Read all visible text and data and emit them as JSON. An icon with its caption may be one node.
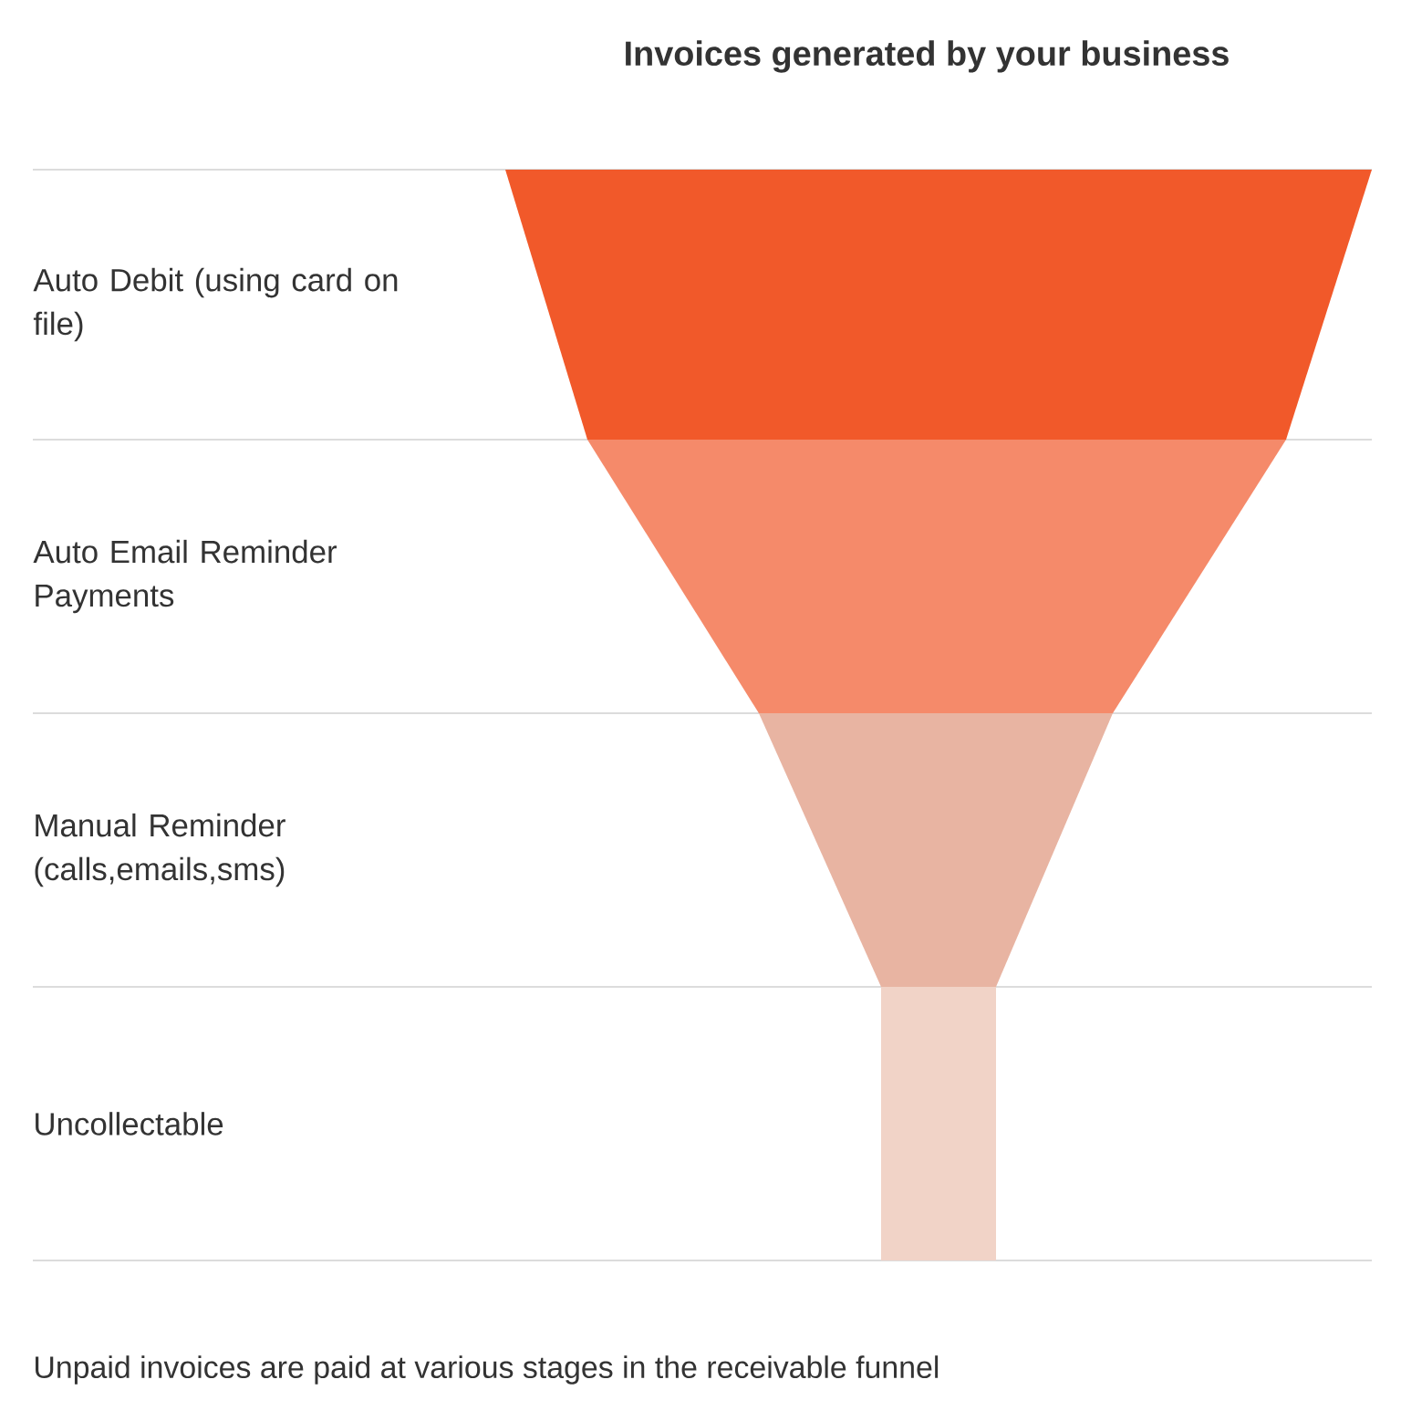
{
  "diagram": {
    "title": "Invoices generated by your business",
    "caption": "Unpaid invoices are paid at various stages in the receivable funnel",
    "nodes": [
      {
        "text": [],
        "shape": "trapezoid"
      },
      {
        "text": [],
        "shape": "trapezoid"
      },
      {
        "text": [],
        "shape": "trapezoid"
      },
      {
        "text": [],
        "shape": "bar"
      }
    ],
    "labels": [
      "Auto Debit (using card on file)",
      "Auto Email Reminder Payments",
      "Manual Reminder (calls,emails,sms)",
      "Uncollectable"
    ]
  }
}
